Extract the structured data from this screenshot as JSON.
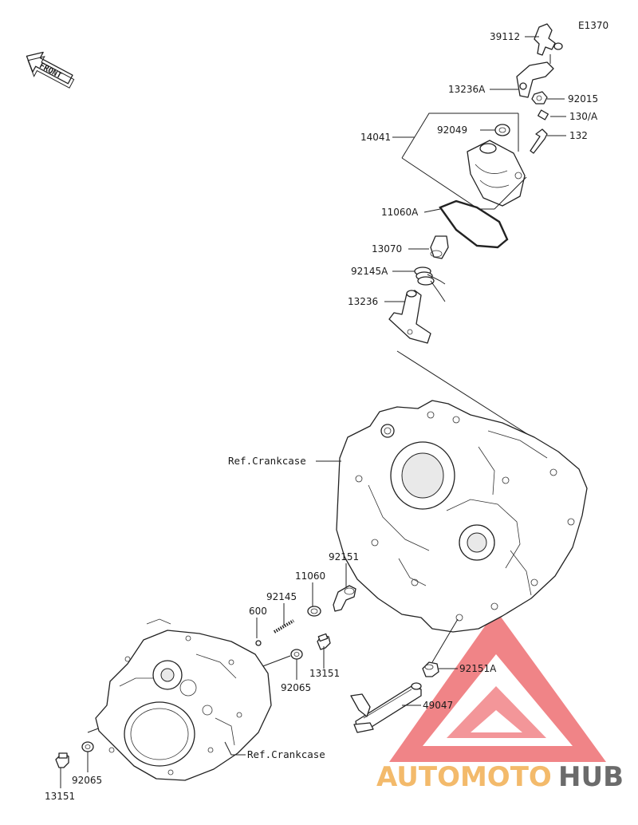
{
  "diagram": {
    "code": "E1370",
    "front_label": "FRONT",
    "ref_labels": [
      "Ref.Crankcase",
      "Ref.Crankcase"
    ],
    "parts": [
      "39112",
      "13236A",
      "92015",
      "130/A",
      "92049",
      "132",
      "14041",
      "11060A",
      "13070",
      "92145A",
      "13236",
      "92151",
      "11060",
      "92145",
      "600",
      "92065",
      "13151",
      "92151A",
      "49047",
      "92065",
      "13151"
    ]
  },
  "watermark": {
    "part1": "AUTOMOTO",
    "part2": "HUB",
    "color_primary": "#f0a33a",
    "color_secondary": "#e8555a",
    "color_dark": "#3a3a3a"
  }
}
